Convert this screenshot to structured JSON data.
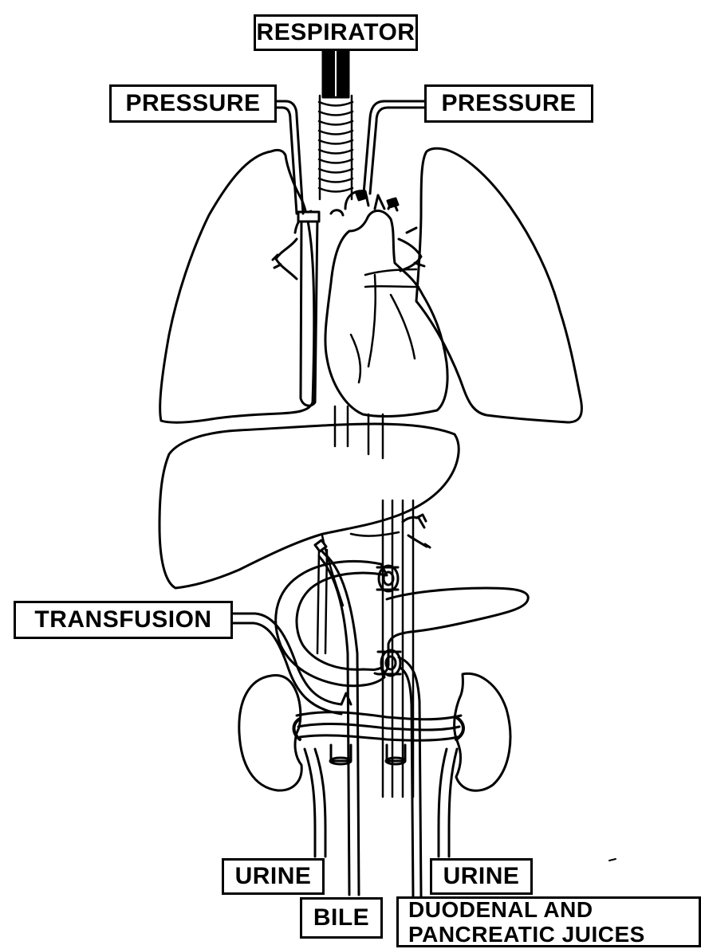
{
  "labels": {
    "respirator": "RESPIRATOR",
    "pressure_left": "PRESSURE",
    "pressure_right": "PRESSURE",
    "transfusion": "TRANSFUSION",
    "urine_left": "URINE",
    "urine_right": "URINE",
    "bile": "BILE",
    "duodenal_line1": "DUODENAL AND",
    "duodenal_line2": "PANCREATIC JUICES"
  },
  "colors": {
    "ink": "#000000",
    "paper": "#ffffff"
  }
}
